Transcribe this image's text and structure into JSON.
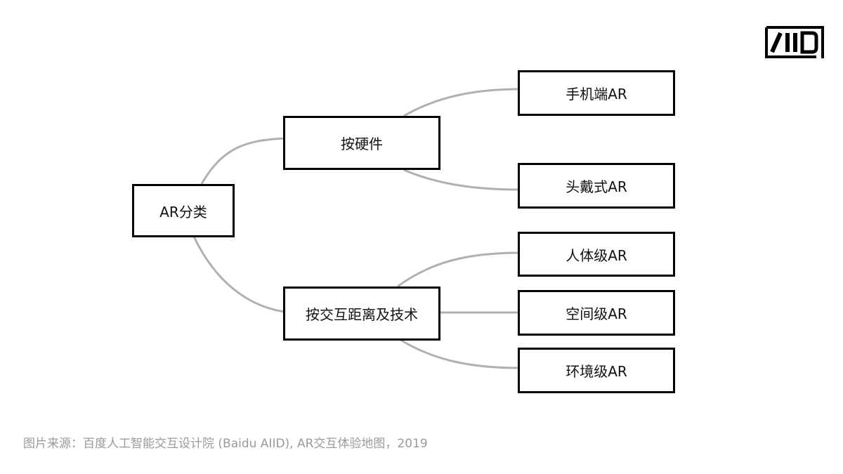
{
  "logo": {
    "text": "AIID",
    "icon": "aiid-logo"
  },
  "diagram": {
    "root": {
      "id": "root",
      "label": "AR分类"
    },
    "categories": [
      {
        "id": "hardware",
        "label": "按硬件"
      },
      {
        "id": "distance",
        "label": "按交互距离及技术"
      }
    ],
    "leaves": [
      {
        "id": "mobile",
        "label": "手机端AR",
        "parent": "hardware"
      },
      {
        "id": "headset",
        "label": "头戴式AR",
        "parent": "hardware"
      },
      {
        "id": "body",
        "label": "人体级AR",
        "parent": "distance"
      },
      {
        "id": "space",
        "label": "空间级AR",
        "parent": "distance"
      },
      {
        "id": "environment",
        "label": "环境级AR",
        "parent": "distance"
      }
    ]
  },
  "caption": "图片来源：百度人工智能交互设计院 (Baidu AIID), AR交互体验地图，2019",
  "colors": {
    "connector": "#b0b0b0",
    "node_border": "#000000",
    "caption": "#9a9a9a"
  }
}
